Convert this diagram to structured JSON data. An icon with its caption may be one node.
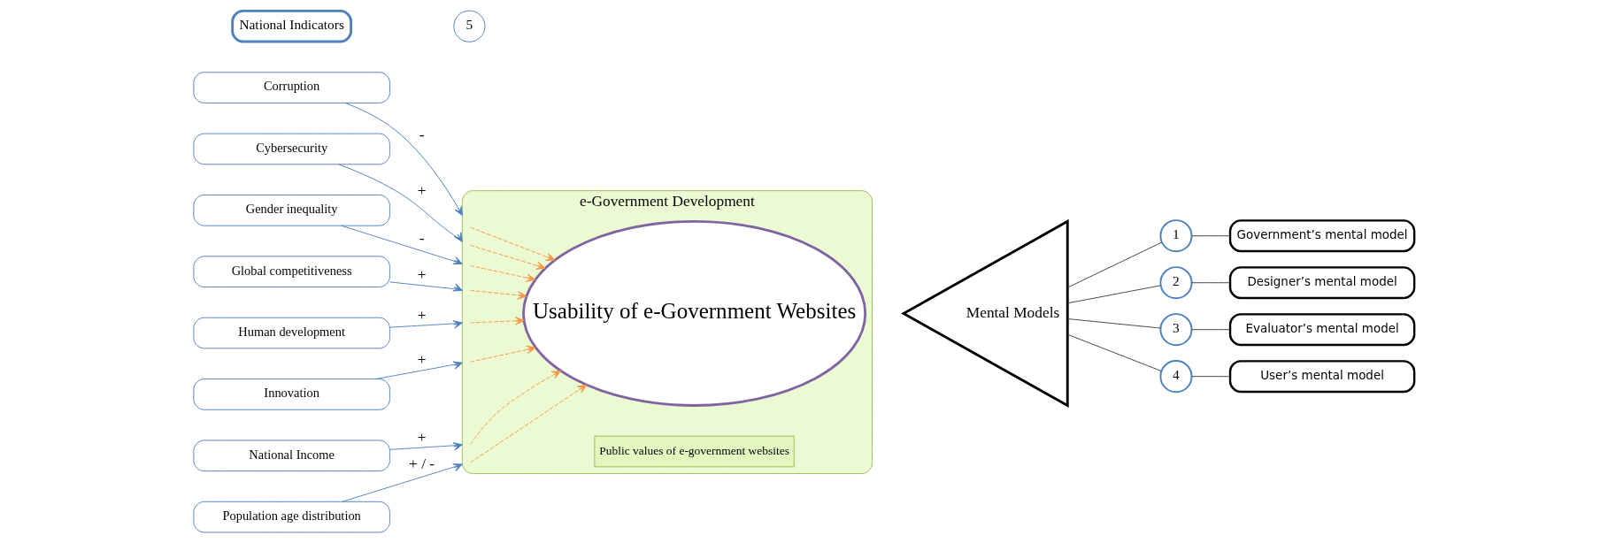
{
  "diagram": {
    "nodes": [
      {
        "text": [
          "National Indicators"
        ]
      },
      {
        "text": [
          "5"
        ]
      },
      {
        "text": [
          "Corruption"
        ]
      },
      {
        "text": [
          "Cybersecurity"
        ]
      },
      {
        "text": [
          "Gender inequality"
        ]
      },
      {
        "text": [
          "Global competitiveness"
        ]
      },
      {
        "text": [
          "Human development"
        ]
      },
      {
        "text": [
          "Innovation"
        ]
      },
      {
        "text": [
          "National Income"
        ]
      },
      {
        "text": [
          "Population age distribution"
        ]
      },
      {
        "text": [
          "e-Government Development"
        ]
      },
      {
        "text": [
          "Public values of e-government websites"
        ],
        "in": 10
      },
      {
        "text": [
          "Usability of e-Government Websites"
        ],
        "in": 10
      },
      {
        "text": [
          "Mental Models"
        ]
      },
      {
        "text": [
          "1"
        ]
      },
      {
        "text": [
          "2"
        ]
      },
      {
        "text": [
          "3"
        ]
      },
      {
        "text": [
          "4"
        ]
      },
      {
        "text": [
          "Government’s mental model"
        ]
      },
      {
        "text": [
          "Designer’s mental model"
        ]
      },
      {
        "text": [
          "Evaluator’s mental model"
        ]
      },
      {
        "text": [
          "User’s mental model"
        ]
      }
    ],
    "edges": [
      {
        "from": 2,
        "to": 10,
        "arrow": "to",
        "label": "-"
      },
      {
        "from": 3,
        "to": 10,
        "arrow": "to",
        "label": "+"
      },
      {
        "from": 4,
        "to": 10,
        "arrow": "to",
        "label": "-"
      },
      {
        "from": 5,
        "to": 10,
        "arrow": "to",
        "label": "+"
      },
      {
        "from": 6,
        "to": 10,
        "arrow": "to",
        "label": "+"
      },
      {
        "from": 7,
        "to": 10,
        "arrow": "to",
        "label": "+"
      },
      {
        "from": 8,
        "to": 10,
        "arrow": "to",
        "label": "+"
      },
      {
        "from": 9,
        "to": 10,
        "arrow": "to",
        "label": "+ / -"
      },
      {
        "from": 10,
        "to": 12,
        "arrow": "to",
        "style": "dashed",
        "color": "#f79646"
      },
      {
        "from": 10,
        "to": 12,
        "arrow": "to",
        "style": "dashed",
        "color": "#f79646"
      },
      {
        "from": 10,
        "to": 12,
        "arrow": "to",
        "style": "dashed",
        "color": "#f79646"
      },
      {
        "from": 10,
        "to": 12,
        "arrow": "to",
        "style": "dashed",
        "color": "#f79646"
      },
      {
        "from": 10,
        "to": 12,
        "arrow": "to",
        "style": "dashed",
        "color": "#f79646"
      },
      {
        "from": 10,
        "to": 12,
        "arrow": "to",
        "style": "dashed",
        "color": "#f79646"
      },
      {
        "from": 10,
        "to": 12,
        "arrow": "to",
        "style": "dashed",
        "color": "#f79646"
      },
      {
        "from": 10,
        "to": 12,
        "arrow": "to",
        "style": "dashed",
        "color": "#f79646"
      },
      {
        "from": 13,
        "to": 14,
        "arrow": "none",
        "color": "#404040"
      },
      {
        "from": 13,
        "to": 15,
        "arrow": "none",
        "color": "#404040"
      },
      {
        "from": 13,
        "to": 16,
        "arrow": "none",
        "color": "#404040"
      },
      {
        "from": 13,
        "to": 17,
        "arrow": "none",
        "color": "#404040"
      },
      {
        "from": 14,
        "to": 18,
        "arrow": "none",
        "color": "#404040"
      },
      {
        "from": 15,
        "to": 19,
        "arrow": "none",
        "color": "#404040"
      },
      {
        "from": 16,
        "to": 20,
        "arrow": "none",
        "color": "#404040"
      },
      {
        "from": 17,
        "to": 21,
        "arrow": "none",
        "color": "#404040"
      }
    ]
  }
}
